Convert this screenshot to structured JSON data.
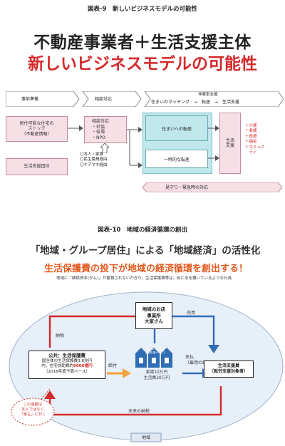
{
  "fig9": {
    "caption": "図表-9　新しいビジネスモデルの可能性",
    "title1": "不動産事業者＋生活支援主体",
    "title2": "新しいビジネスモデルの可能性",
    "phases": {
      "jizen": "事前準備",
      "soudan": "相談対応",
      "banso": "伴奏型支援",
      "flow": "住まいのマッチング　→　転居　→　生活支援"
    },
    "boxes": {
      "stock_line1": "居住可能な住宅の",
      "stock_line2": "ストック",
      "stock_line3": "（不動産情報）",
      "support_group": "生活支援団体",
      "soudan_title": "相談対応",
      "soudan_items": [
        "・社協",
        "・役場",
        "・NPO"
      ],
      "route_items": [
        "〇本人・家族",
        "〇民生委員経由",
        "〇ケアマネ経由"
      ],
      "move_main": "住まいへの転居",
      "move_temp": "一時的な転居",
      "life_support_1": "生活",
      "life_support_2": "支援",
      "services": [
        "＋介護",
        "＋看護",
        "＋医療",
        "＋福祉",
        "＋コミュニ",
        "　ティ"
      ],
      "mimamori": "見守り・緊急時の対応"
    }
  },
  "fig10": {
    "caption": "図表-10　地域の経済循環の創出",
    "title": "「地域・グループ居住」による「地域経済」の活性化",
    "red_title": "生活保護費の投下が地域の経済循環を創出する！",
    "subtitle": "地域に「関係資本(ダム)」が蓄積されないかぎり、生活保護費等は、砂に水を撒いているような行為",
    "shop_line1": "地域のお店",
    "shop_line2": "事業所",
    "shop_line3": "大家さん",
    "baikai": "売買",
    "nouzei": "納税",
    "public_title": "公共：生活保護費",
    "public_line1": "国全体の生活保護費3.8兆円",
    "public_line2_a": "内、住宅扶助費約",
    "public_line2_b": "6000億円",
    "public_line3": "（2016年度予算ベース）",
    "kyufu": "給付",
    "house_label_1": "グループ居住の",
    "house_label_2": "生活支援サービス",
    "yachin": "家賃10万円",
    "seikatsuhi": "生活費20万円",
    "shiharai": "支払",
    "koyou": "（雇用の創出）",
    "worker_line1": "生活支援員",
    "worker_line2": "（就労支援対象者）",
    "note_line1": "この金額は",
    "note_line2": "本人ではなく",
    "note_line3": "「家主」に行く",
    "future_tax": "未来の納税",
    "region": "地域"
  }
}
